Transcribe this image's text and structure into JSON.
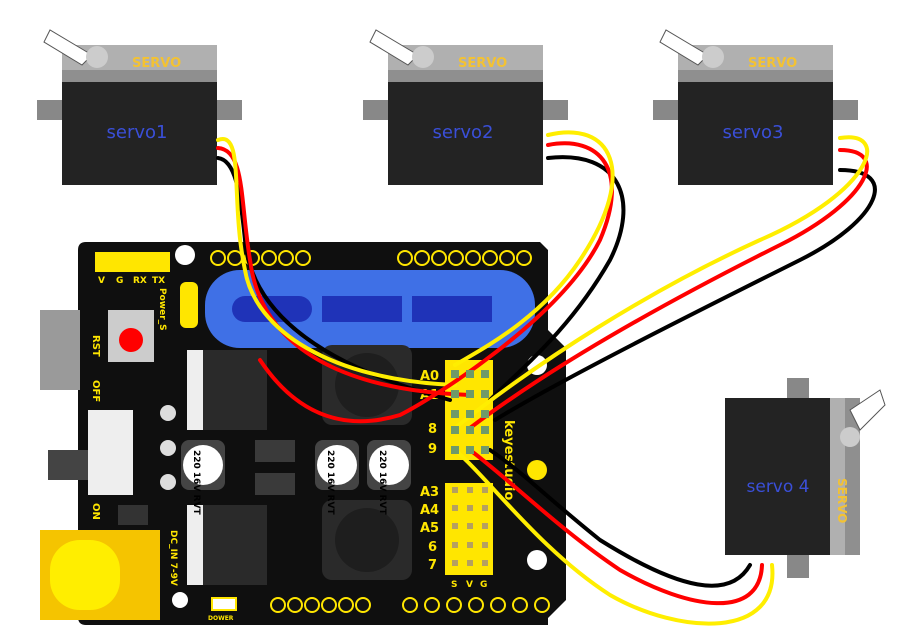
{
  "servos": [
    {
      "label": "servo1",
      "brand": "SERVO"
    },
    {
      "label": "servo2",
      "brand": "SERVO"
    },
    {
      "label": "servo3",
      "brand": "SERVO"
    },
    {
      "label": "servo 4",
      "brand": "SERVO"
    }
  ],
  "board": {
    "serial_header": [
      "V",
      "G",
      "RX",
      "TX"
    ],
    "power_select": "Power_S",
    "reset": "RST",
    "switch_off": "OFF",
    "switch_on": "ON",
    "dc_in": "DC_IN 7-9V",
    "power_led": "DOWER",
    "cap_lines": [
      "220",
      "16V",
      "RVT"
    ],
    "pin_rows_top": [
      "A0",
      "A1",
      "8",
      "9"
    ],
    "pin_rows_bottom": [
      "A3",
      "A4",
      "A5",
      "6",
      "7"
    ],
    "pin_cols": [
      "S",
      "V",
      "G"
    ],
    "brand": "keyestudio"
  },
  "colors": {
    "board": "#0f0f0f",
    "header": "#ffe600",
    "blue_area": "#3f70e6",
    "servo_label": "#3a4fd8",
    "wire_signal": "#ffee00",
    "wire_power": "#ff0000",
    "wire_ground": "#000000"
  }
}
